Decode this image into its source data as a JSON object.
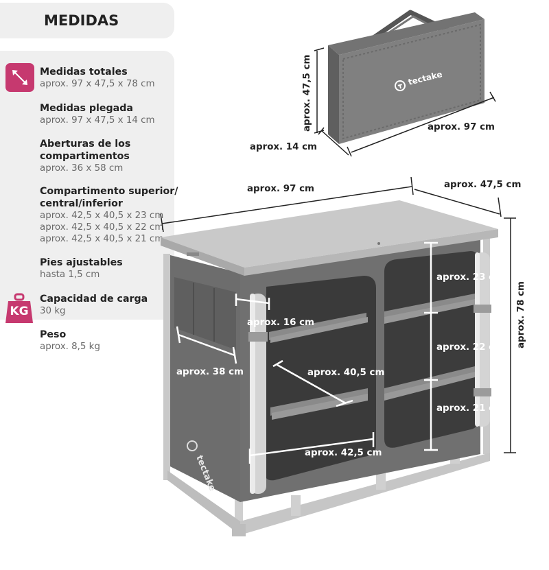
{
  "header": {
    "title": "MEDIDAS"
  },
  "specs": [
    {
      "label": "Medidas totales",
      "value": "aprox. 97 x 47,5 x 78 cm"
    },
    {
      "label": "Medidas plegada",
      "value": "aprox. 97 x 47,5 x 14 cm"
    },
    {
      "label": "Aberturas de los",
      "label2": "compartimentos",
      "value": "aprox. 36 x 58 cm"
    },
    {
      "label": "Compartimento superior/",
      "label2": "central/inferior",
      "value": "aprox. 42,5 x 40,5 x 23 cm",
      "value2": "aprox. 42,5 x 40,5 x 22 cm",
      "value3": "aprox. 42,5 x 40,5 x 21 cm"
    },
    {
      "label": "Pies ajustables",
      "value": "hasta 1,5 cm"
    },
    {
      "label": "Capacidad de carga",
      "value": "30 kg"
    },
    {
      "label": "Peso",
      "value": "aprox. 8,5 kg"
    }
  ],
  "badges": {
    "weight_badge_text": "KG"
  },
  "brand": {
    "name": "tectake"
  },
  "bag": {
    "height": "aprox. 47,5 cm",
    "width": "aprox. 97 cm",
    "depth": "aprox. 14 cm"
  },
  "cabinet": {
    "width": "aprox. 97 cm",
    "depth": "aprox. 47,5 cm",
    "height": "aprox. 78 cm",
    "opening_depth": "aprox. 16 cm",
    "side_depth": "aprox. 38 cm",
    "shelf_depth": "aprox. 40,5 cm",
    "shelf_width": "aprox. 42,5 cm",
    "comp_top": "aprox. 23 cm",
    "comp_mid": "aprox. 22 cm",
    "comp_bottom": "aprox. 21 cm"
  },
  "colors": {
    "accent": "#c6396f",
    "panel": "#efefef",
    "fabric": "#6e6e6e"
  }
}
